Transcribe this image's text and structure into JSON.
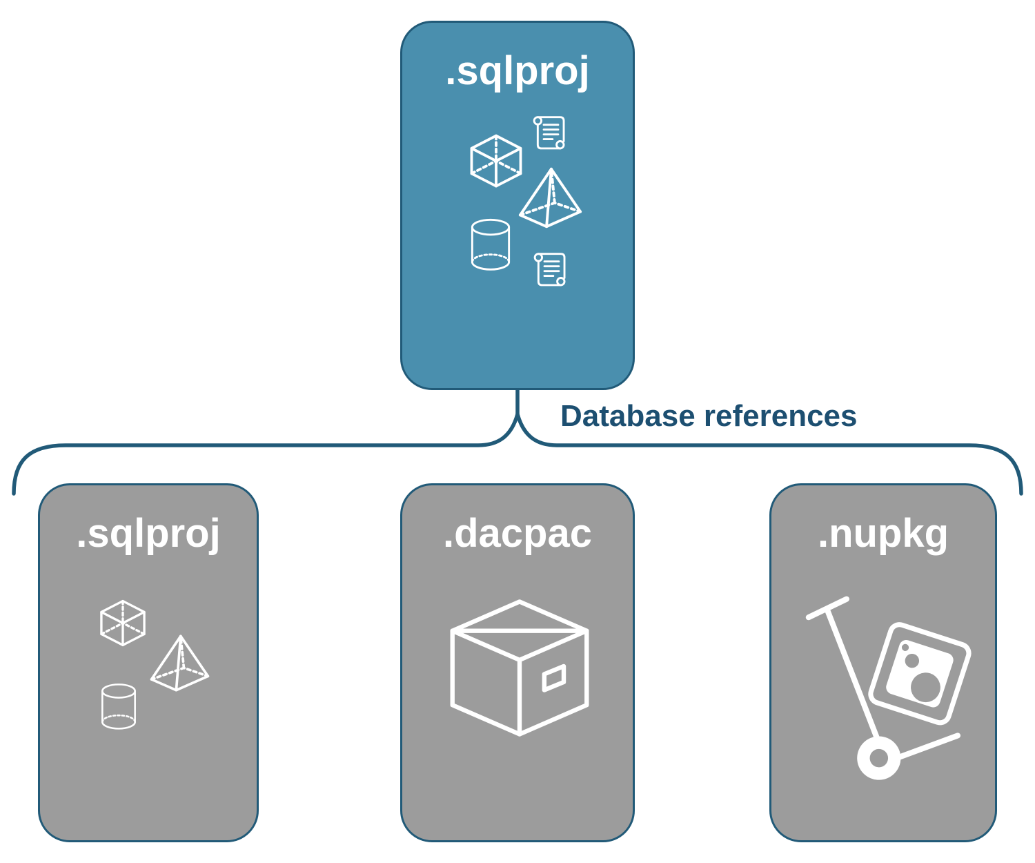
{
  "colors": {
    "top_card_bg": "#4a8fae",
    "card_border": "#215a78",
    "child_card_bg": "#9c9c9c",
    "icon_color": "#ffffff",
    "connector_color": "#215a78",
    "connector_label_color": "#1d4f71",
    "page_bg": "#ffffff"
  },
  "top_card": {
    "label": ".sqlproj"
  },
  "connector": {
    "label": "Database references"
  },
  "child_cards": [
    {
      "label": ".sqlproj"
    },
    {
      "label": ".dacpac"
    },
    {
      "label": ".nupkg"
    }
  ],
  "icons": {
    "top_card": [
      "cube-icon",
      "script-scroll-icon",
      "pyramid-icon",
      "database-cylinder-icon",
      "script-scroll-icon"
    ],
    "child_sqlproj": [
      "cube-icon",
      "pyramid-icon",
      "database-cylinder-icon"
    ],
    "child_dacpac": [
      "package-box-icon"
    ],
    "child_nupkg": [
      "hand-truck-package-icon"
    ]
  }
}
